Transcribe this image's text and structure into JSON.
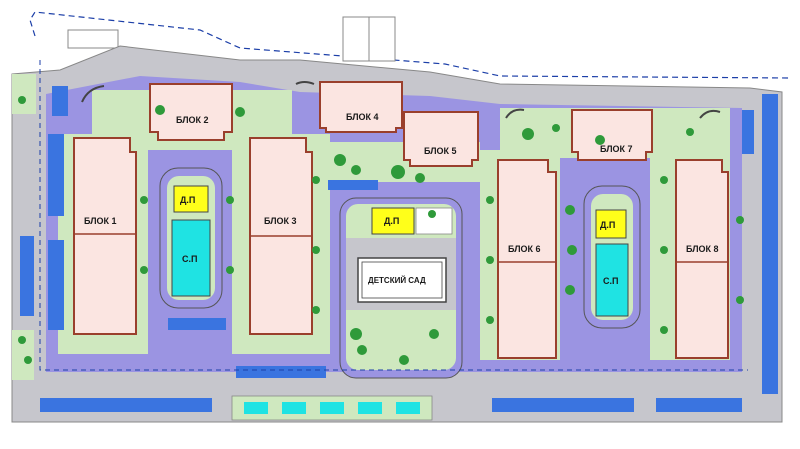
{
  "blocks": [
    {
      "id": "1",
      "label": "БЛОК 1"
    },
    {
      "id": "2",
      "label": "БЛОК 2"
    },
    {
      "id": "3",
      "label": "БЛОК 3"
    },
    {
      "id": "4",
      "label": "БЛОК 4"
    },
    {
      "id": "5",
      "label": "БЛОК 5"
    },
    {
      "id": "6",
      "label": "БЛОК 6"
    },
    {
      "id": "7",
      "label": "БЛОК 7"
    },
    {
      "id": "8",
      "label": "БЛОК 8"
    }
  ],
  "facilities": {
    "playground_label": "Д.П",
    "pool_label": "С.П",
    "kindergarten_label": "ДЕТСКИЙ САД"
  },
  "colors": {
    "road": "#c6c6cc",
    "walkway": "#9b94e2",
    "lawn": "#cfe8bf",
    "building": "#fbe5e1",
    "building_outline": "#9a3f2c",
    "playground": "#ffff1a",
    "pool": "#1fe3e3",
    "parking": "#3a74e0",
    "tree": "#2f9a3a",
    "boundary": "#1c3fa8"
  }
}
